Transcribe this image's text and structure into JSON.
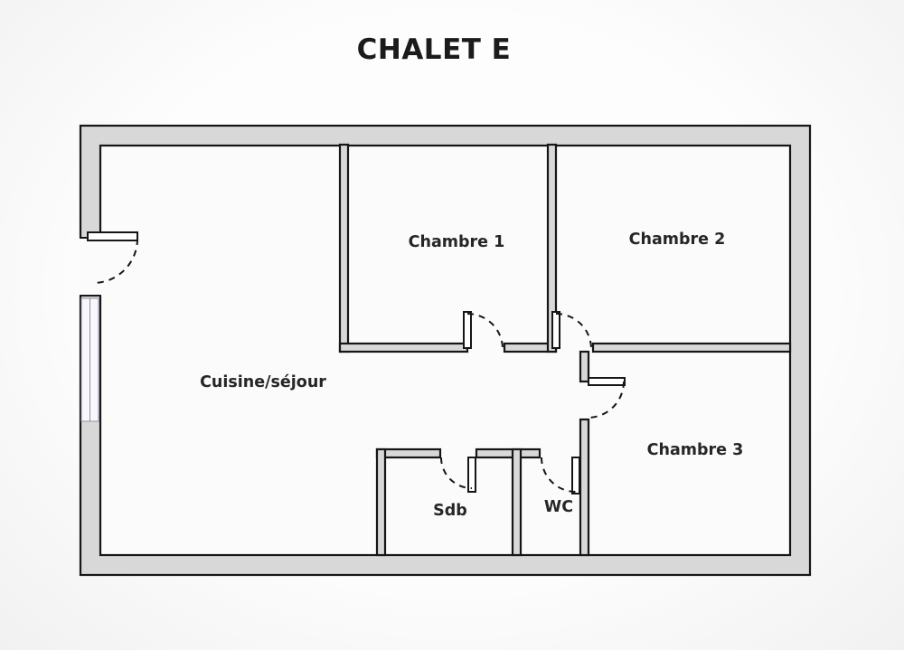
{
  "title": "CHALET E",
  "rooms": [
    {
      "id": "chambre-1",
      "label": "Chambre 1"
    },
    {
      "id": "chambre-2",
      "label": "Chambre 2"
    },
    {
      "id": "cuisine-sejour",
      "label": "Cuisine/séjour"
    },
    {
      "id": "chambre-3",
      "label": "Chambre 3"
    },
    {
      "id": "sdb",
      "label": "Sdb"
    },
    {
      "id": "wc",
      "label": "WC"
    }
  ],
  "colors": {
    "wall_fill": "#d8d8d8",
    "wall_outline": "#161616",
    "background": "#fbfbfb"
  }
}
